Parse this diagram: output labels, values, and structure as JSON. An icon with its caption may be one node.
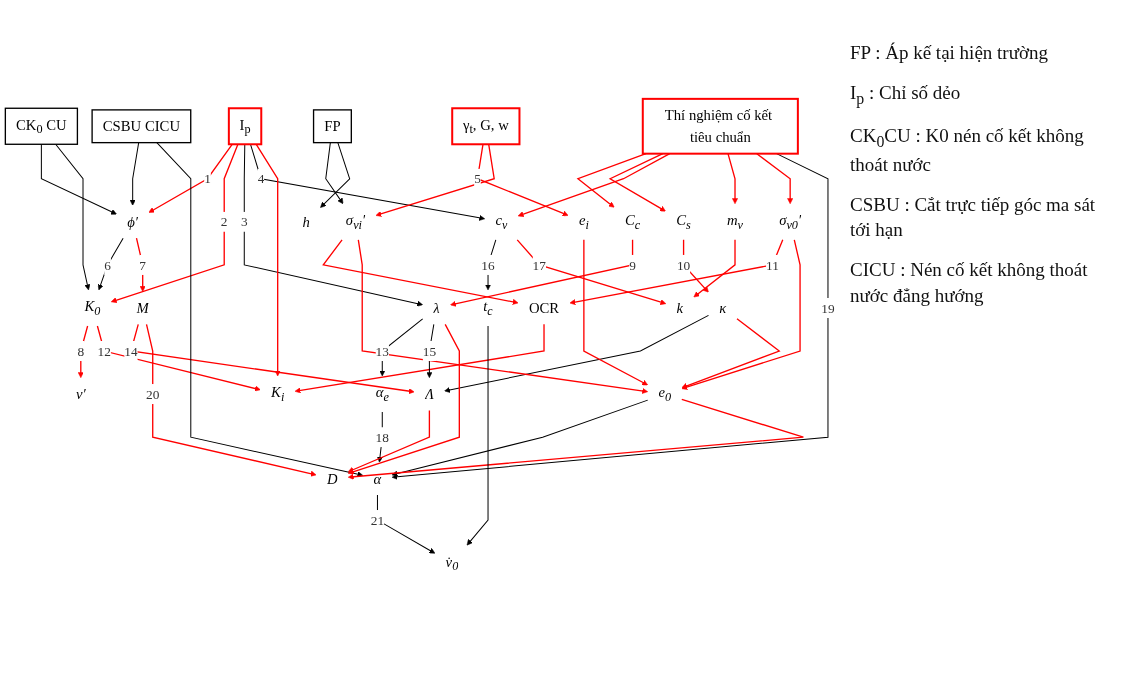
{
  "diagram": {
    "nodes": [
      {
        "text": [
          "CSBU CICU"
        ]
      },
      {
        "text": [
          "CK$_{0}$ CU"
        ]
      },
      {
        "text": [
          "I$_{p}$"
        ]
      },
      {
        "text": [
          "Thí nghiệm cố kết tiêu chuẩn"
        ]
      },
      {
        "text": [
          "γ$_{t}$, G, w"
        ]
      },
      {
        "text": [
          "FP"
        ]
      },
      {
        "text": [
          "ϕ′"
        ]
      },
      {
        "text": [
          "K$_{0}$"
        ]
      },
      {
        "text": [
          "C$_{c}$"
        ]
      },
      {
        "text": [
          "C$_{s}$"
        ]
      },
      {
        "text": [
          "c$_{v}$"
        ]
      },
      {
        "text": [
          "m$_{v}$"
        ]
      },
      {
        "text": [
          "σ$_{v0}$′"
        ]
      },
      {
        "text": [
          "e$_{i}$"
        ]
      },
      {
        "text": [
          "σ$_{vi}$′"
        ]
      },
      {
        "text": [
          "h"
        ]
      },
      {
        "text": [
          "M"
        ]
      },
      {
        "text": [
          "ν′"
        ]
      },
      {
        "text": [
          "λ"
        ]
      },
      {
        "text": [
          "κ"
        ]
      },
      {
        "text": [
          "OCR"
        ]
      },
      {
        "text": [
          "K$_{i}$"
        ]
      },
      {
        "text": [
          "α$_{e}$"
        ]
      },
      {
        "text": [
          "Λ"
        ]
      },
      {
        "text": [
          "t$_{c}$"
        ]
      },
      {
        "text": [
          "k"
        ]
      },
      {
        "text": [
          "e$_{0}$"
        ]
      },
      {
        "text": [
          "α"
        ]
      },
      {
        "text": [
          "D"
        ]
      },
      {
        "text": [
          "v̇$_{0}$"
        ]
      }
    ],
    "edges": [
      {
        "from": 0,
        "to": 6,
        "arrow": "to",
        "color": "#000000"
      },
      {
        "from": 1,
        "to": 6,
        "arrow": "to",
        "color": "#000000"
      },
      {
        "from": 2,
        "to": 6,
        "arrow": "to",
        "label": "1"
      },
      {
        "from": 1,
        "to": 7,
        "arrow": "to",
        "color": "#000000"
      },
      {
        "from": 2,
        "to": 7,
        "arrow": "to",
        "label": "2"
      },
      {
        "from": 6,
        "to": 7,
        "arrow": "to",
        "label": "6",
        "color": "#000000"
      },
      {
        "from": 2,
        "to": 18,
        "arrow": "to",
        "label": "3",
        "color": "#000000"
      },
      {
        "from": 3,
        "to": 8,
        "arrow": "to"
      },
      {
        "from": 3,
        "to": 9,
        "arrow": "to"
      },
      {
        "from": 2,
        "to": 10,
        "arrow": "to",
        "label": "4",
        "color": "#000000"
      },
      {
        "from": 3,
        "to": 10,
        "arrow": "to"
      },
      {
        "from": 3,
        "to": 11,
        "arrow": "to"
      },
      {
        "from": 3,
        "to": 12,
        "arrow": "to"
      },
      {
        "from": 4,
        "to": 13,
        "arrow": "to",
        "label": "5"
      },
      {
        "from": 4,
        "to": 14,
        "arrow": "to"
      },
      {
        "from": 5,
        "to": 14,
        "arrow": "to",
        "color": "#000000"
      },
      {
        "from": 5,
        "to": 15,
        "arrow": "to",
        "color": "#000000"
      },
      {
        "from": 6,
        "to": 16,
        "arrow": "to",
        "label": "7"
      },
      {
        "from": 7,
        "to": 17,
        "arrow": "to",
        "label": "8"
      },
      {
        "from": 8,
        "to": 18,
        "arrow": "to",
        "label": "9"
      },
      {
        "from": 9,
        "to": 19,
        "arrow": "to",
        "label": "10"
      },
      {
        "from": 12,
        "to": 20,
        "arrow": "to",
        "label": "11"
      },
      {
        "from": 14,
        "to": 20,
        "arrow": "to"
      },
      {
        "from": 7,
        "to": 21,
        "arrow": "to",
        "label": "12"
      },
      {
        "from": 2,
        "to": 21,
        "arrow": "to"
      },
      {
        "from": 20,
        "to": 21,
        "arrow": "to"
      },
      {
        "from": 18,
        "to": 22,
        "arrow": "to",
        "label": "13",
        "color": "#000000"
      },
      {
        "from": 16,
        "to": 23,
        "arrow": "to",
        "label": "14"
      },
      {
        "from": 18,
        "to": 23,
        "arrow": "to",
        "label": "15",
        "color": "#000000"
      },
      {
        "from": 19,
        "to": 23,
        "arrow": "to",
        "color": "#000000"
      },
      {
        "from": 10,
        "to": 24,
        "arrow": "to",
        "label": "16",
        "color": "#000000"
      },
      {
        "from": 10,
        "to": 25,
        "arrow": "to",
        "label": "17"
      },
      {
        "from": 11,
        "to": 25,
        "arrow": "to"
      },
      {
        "from": 19,
        "to": 26,
        "arrow": "to"
      },
      {
        "from": 12,
        "to": 26,
        "arrow": "to"
      },
      {
        "from": 13,
        "to": 26,
        "arrow": "to"
      },
      {
        "from": 14,
        "to": 26,
        "arrow": "to"
      },
      {
        "from": 22,
        "to": 27,
        "arrow": "to",
        "label": "18",
        "color": "#000000"
      },
      {
        "from": 26,
        "to": 27,
        "arrow": "to",
        "color": "#000000"
      },
      {
        "from": 3,
        "to": 27,
        "arrow": "to",
        "label": "19",
        "color": "#000000"
      },
      {
        "from": 0,
        "to": 27,
        "arrow": "to",
        "color": "#000000"
      },
      {
        "from": 16,
        "to": 28,
        "arrow": "to",
        "label": "20"
      },
      {
        "from": 18,
        "to": 28,
        "arrow": "to"
      },
      {
        "from": 23,
        "to": 28,
        "arrow": "to"
      },
      {
        "from": 26,
        "to": 28,
        "arrow": "to"
      },
      {
        "from": 27,
        "to": 29,
        "arrow": "to",
        "label": "21",
        "color": "#000000"
      },
      {
        "from": 24,
        "to": 29,
        "arrow": "to",
        "color": "#000000"
      }
    ],
    "labels": [
      "FP : Áp kế tại hiện trường",
      "I$_{p}$ : Chỉ số dẻo",
      "CK$_{0}$CU : K0 nén cố kết không thoát nước",
      "CSBU : Cắt trực tiếp góc ma sát tới hạn",
      "CICU : Nén cố kết không thoát nước đẳng hướng"
    ]
  }
}
